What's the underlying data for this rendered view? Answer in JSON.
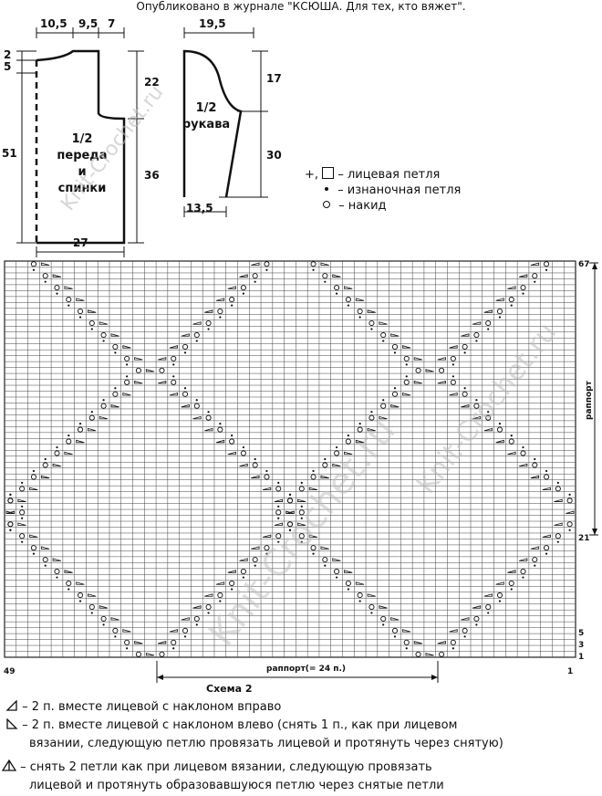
{
  "header": {
    "text": "Опубликовано в журнале \"КСЮША. Для тех, кто вяжет\"."
  },
  "watermark": "Knit-Crochet.ru",
  "body_pattern": {
    "top_widths": [
      "10,5",
      "9,5",
      "7"
    ],
    "left_heights": [
      "2",
      "5"
    ],
    "total_height": "51",
    "right_heights": [
      "22",
      "36"
    ],
    "bottom_width": "27",
    "label": [
      "1/2",
      "переда",
      "и",
      "спинки"
    ]
  },
  "sleeve_pattern": {
    "top_width": "19,5",
    "right_heights": [
      "17",
      "30"
    ],
    "bottom_width": "13,5",
    "label": [
      "1/2",
      "рукава"
    ]
  },
  "symbol_key": {
    "knit_prefix": "+,",
    "knit": "– лицевая петля",
    "purl": "– изнаночная петля",
    "yarn_over": "– накид"
  },
  "chart": {
    "title": "Схема 2",
    "columns": 49,
    "rows": 67,
    "rapport_vertical": "раппорт",
    "rapport_horizontal": "раппорт(= 24 п.)",
    "right_row_numbers": [
      "67",
      "21",
      "5",
      "3",
      "1"
    ],
    "left_stitch_number": "49",
    "right_stitch_number": "1"
  },
  "legend": {
    "k2tog_right": "– 2 п. вместе лицевой с наклоном вправо",
    "k2tog_left_line1": "– 2 п. вместе лицевой с наклоном влево (снять 1 п., как при лицевом",
    "k2tog_left_line2": "вязании, следующую петлю провязать лицевой и протянуть через снятую)",
    "cdd_line1": "– снять 2 петли как при лицевом вязании, следующую провязать",
    "cdd_line2": "лицевой и протянуть образовавшуюся петлю через снятые петли"
  },
  "colors": {
    "ink": "#111111",
    "watermark": "#bdbdbd",
    "grid": "#222222"
  }
}
